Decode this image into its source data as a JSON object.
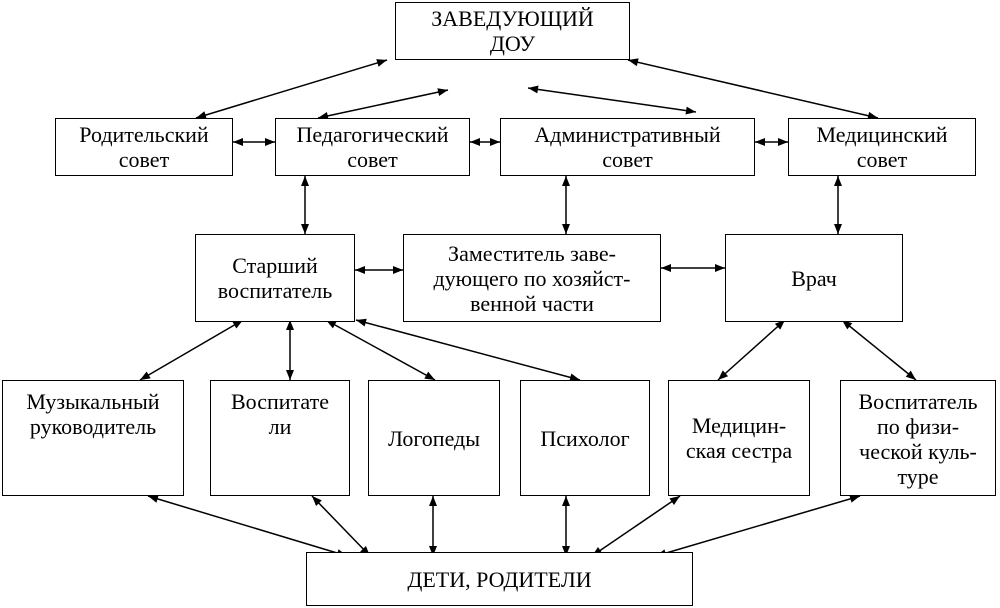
{
  "nodes": {
    "head": "ЗАВЕДУЮЩИЙ\nДОУ",
    "parent_council": "Родительский\nсовет",
    "ped_council": "Педагогический\nсовет",
    "admin_council": "Административный\nсовет",
    "med_council": "Медицинский\nсовет",
    "senior_educator": "Старший\nвоспитатель",
    "deputy_household": "Заместитель заве-\nдующего по хозяйст-\nвенной части",
    "doctor": "Врач",
    "music_director": "Музыкальный\nруководитель",
    "educators": "Воспитате\nли",
    "speech_therapists": "Логопеды",
    "psychologist": "Психолог",
    "nurse": "Медицин-\nская сестра",
    "pe_educator": "Воспитатель\nпо физи-\nческой куль-\nтуре",
    "children_parents": "ДЕТИ, РОДИТЕЛИ"
  }
}
